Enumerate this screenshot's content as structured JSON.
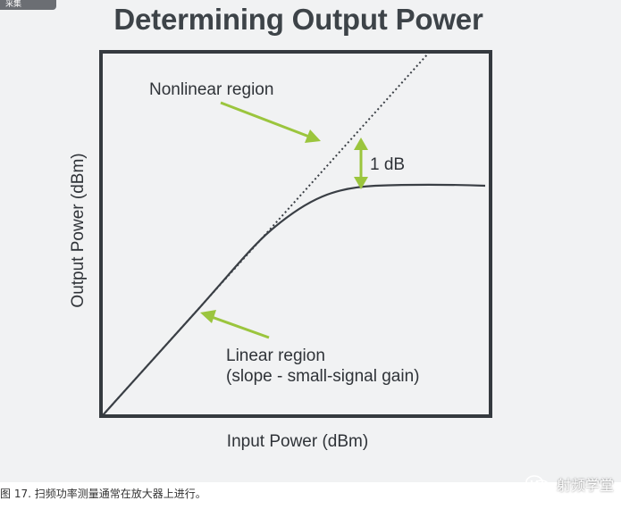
{
  "corner_tag": "采集",
  "title": "Determining Output Power",
  "labels": {
    "y_axis": "Output Power (dBm)",
    "x_axis": "Input Power (dBm)",
    "nonlinear": "Nonlinear region",
    "compression": "1 dB",
    "linear_line1": "Linear region",
    "linear_line2": "(slope - small-signal gain)"
  },
  "colors": {
    "frame": "#353a3f",
    "curve": "#3a3f45",
    "arrow_green": "#9bc53d",
    "text": "#2f3338"
  },
  "caption": "图 17. 扫频功率测量通常在放大器上进行。",
  "watermark": "射频学堂"
}
